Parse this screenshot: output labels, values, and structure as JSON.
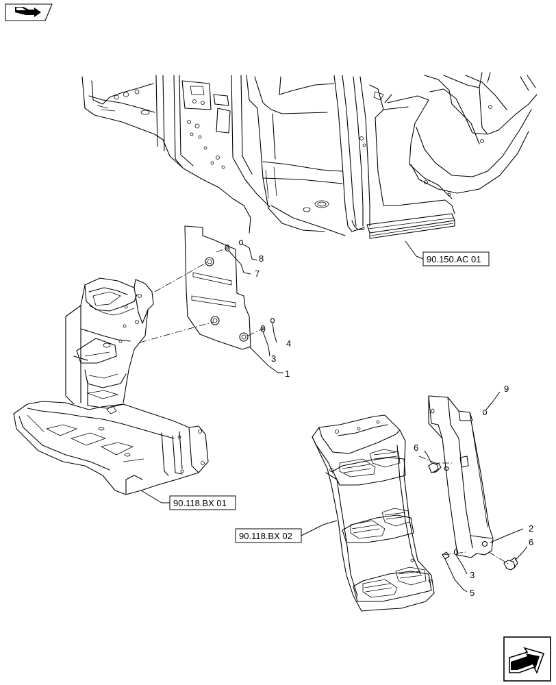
{
  "references": {
    "ref_cab": "90.150.AC 01",
    "ref_frame": "90.118.BX 01",
    "ref_steps": "90.118.BX 02"
  },
  "callouts": {
    "c1": "1",
    "c2": "2",
    "c3a": "3",
    "c3b": "3",
    "c4": "4",
    "c5": "5",
    "c6a": "6",
    "c6b": "6",
    "c7": "7",
    "c8": "8",
    "c9": "9"
  },
  "icons": {
    "top_left": "view-direction-icon",
    "bottom_right": "next-page-arrow-icon"
  }
}
